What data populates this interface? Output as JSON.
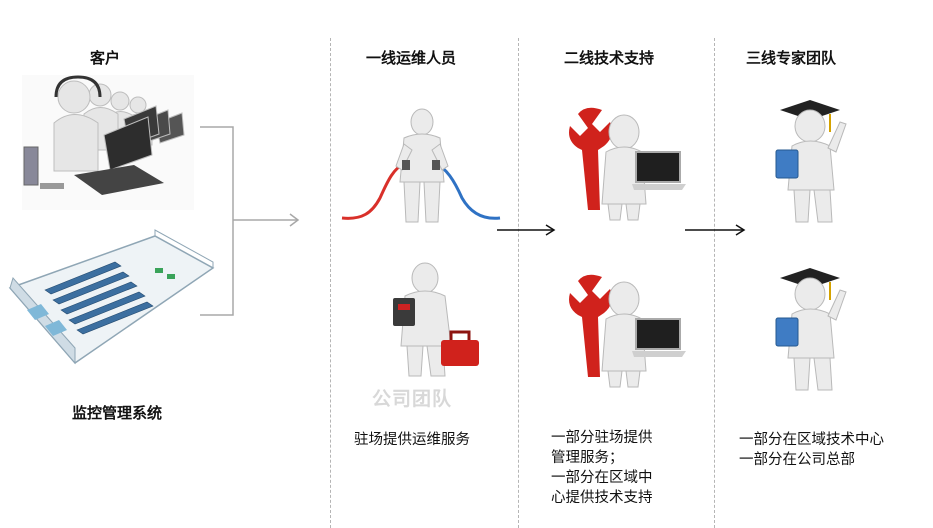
{
  "columns": [
    {
      "title": "客户",
      "caption": "监控管理系统"
    },
    {
      "title": "一线运维人员",
      "caption": "驻场提供运维服务"
    },
    {
      "title": "二线技术支持",
      "caption": "一部分驻场提供\n管理服务；\n一部分在区域中\n心提供技术支持"
    },
    {
      "title": "三线专家团队",
      "caption": "一部分在区域技术中心\n一部分在公司总部"
    }
  ],
  "watermark": "公司团队",
  "colors": {
    "wrench": "#d0221c",
    "cable_red": "#d9302a",
    "cable_blue": "#2f72c4",
    "book_blue": "#3f7cc4",
    "divider": "#b5b5b5",
    "bracket": "#a8a8a8"
  },
  "icons": [
    "call-center-agents",
    "data-center-floorplan",
    "technician-plugging-cables",
    "technician-with-toolbox",
    "wrench-with-laptop",
    "graduate-expert-with-book"
  ]
}
